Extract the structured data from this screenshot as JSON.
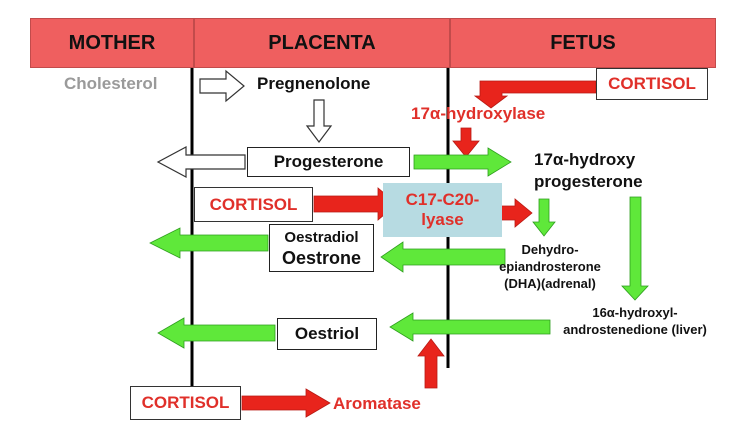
{
  "header": {
    "mother": "MOTHER",
    "placenta": "PLACENTA",
    "fetus": "FETUS"
  },
  "nodes": {
    "cholesterol": "Cholesterol",
    "pregnenolone": "Pregnenolone",
    "progesterone": "Progesterone",
    "hydroxy_progesterone_line1": "17α-hydroxy",
    "hydroxy_progesterone_line2": "progesterone",
    "oestradiol": "Oestradiol",
    "oestrone": "Oestrone",
    "dhea_line1": "Dehydro-",
    "dhea_line2": "epiandrosterone",
    "dhea_line3": "(DHA)(adrenal)",
    "androstenedione_line1": "16α-hydroxyl-",
    "androstenedione_line2": "androstenedione (liver)",
    "oestriol": "Oestriol"
  },
  "enzymes": {
    "hydroxylase": "17α-hydroxylase",
    "lyase_line1": "C17-C20-",
    "lyase_line2": "lyase",
    "aromatase": "Aromatase"
  },
  "cortisol": {
    "top": "CORTISOL",
    "middle": "CORTISOL",
    "bottom": "CORTISOL"
  },
  "colors": {
    "header": "#ef5f5f",
    "red_arrow": "#e8241c",
    "green_arrow": "#5fe83a",
    "lyase_box": "#b7dbe2",
    "red_text": "#e0302a",
    "gray_text": "#9a9a9a"
  }
}
